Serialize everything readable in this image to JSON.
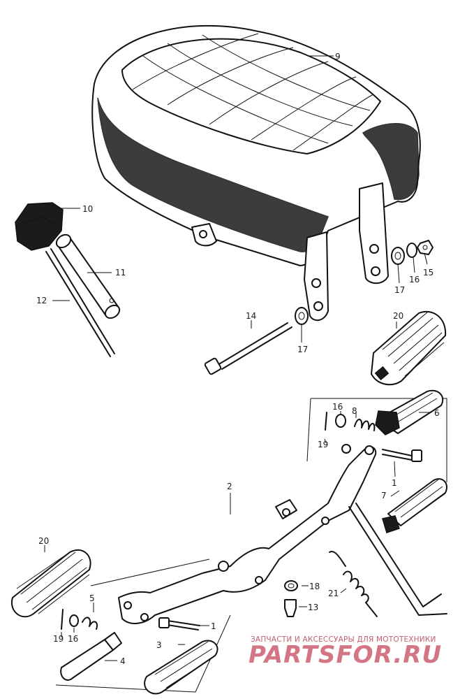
{
  "diagram": {
    "callouts": {
      "c1a": "1",
      "c1b": "1",
      "c2": "2",
      "c3": "3",
      "c4": "4",
      "c5": "5",
      "c6": "6",
      "c7": "7",
      "c8": "8",
      "c9": "9",
      "c10": "10",
      "c11": "11",
      "c12": "12",
      "c13": "13",
      "c14": "14",
      "c15": "15",
      "c16a": "16",
      "c16b": "16",
      "c16c": "16",
      "c17a": "17",
      "c17b": "17",
      "c18": "18",
      "c19a": "19",
      "c19b": "19",
      "c20a": "20",
      "c20b": "20",
      "c21": "21"
    }
  },
  "watermark": {
    "tagline": "ЗАПЧАСТИ И АКСЕССУАРЫ ДЛЯ МОТОТЕХНИКИ",
    "brand": "PARTSFOR.RU"
  }
}
